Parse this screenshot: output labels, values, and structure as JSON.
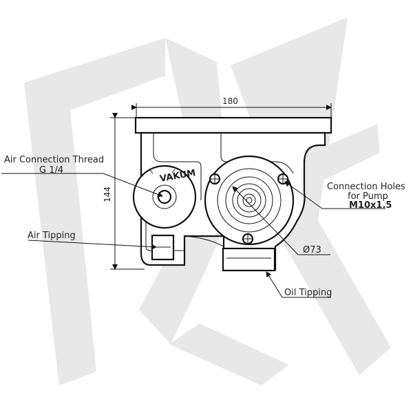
{
  "diagram": {
    "watermark_text": "DK",
    "dimensions": {
      "width": "180",
      "height": "144",
      "diameter": "Ø73"
    },
    "labels": {
      "air_connection_thread_line1": "Air Connection Thread",
      "air_connection_thread_line2": "G 1/4",
      "air_tipping": "Air Tipping",
      "connection_holes_line1": "Connection Holes",
      "connection_holes_line2": "for Pump",
      "connection_holes_line3": "M10x1.5",
      "oil_tipping": "Oil Tipping",
      "vakum": "VAKUM"
    }
  }
}
